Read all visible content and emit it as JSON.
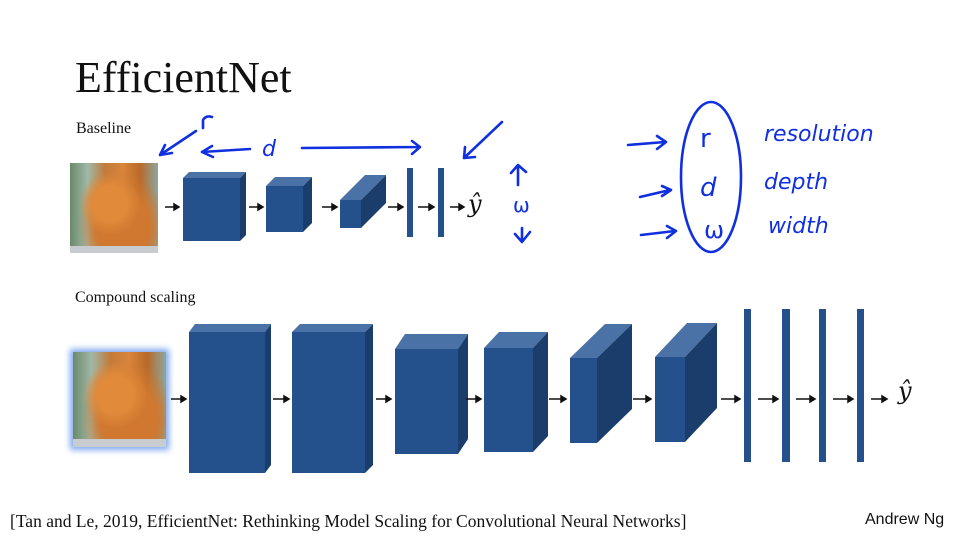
{
  "slide": {
    "title": "EfficientNet",
    "baseline_label": "Baseline",
    "compound_label": "Compound scaling",
    "output_symbol": "ŷ",
    "citation": "[Tan and Le, 2019, EfficientNet: Rethinking Model Scaling for Convolutional Neural Networks]",
    "author": "Andrew Ng"
  },
  "annotations": {
    "r": "r",
    "d": "d",
    "w": "ω",
    "resolution": "resolution",
    "depth": "depth",
    "width": "width"
  },
  "colors": {
    "block_front": "#24508c",
    "block_top": "#4a72a6",
    "block_side": "#1b3d6b",
    "ink": "#1030e0"
  }
}
